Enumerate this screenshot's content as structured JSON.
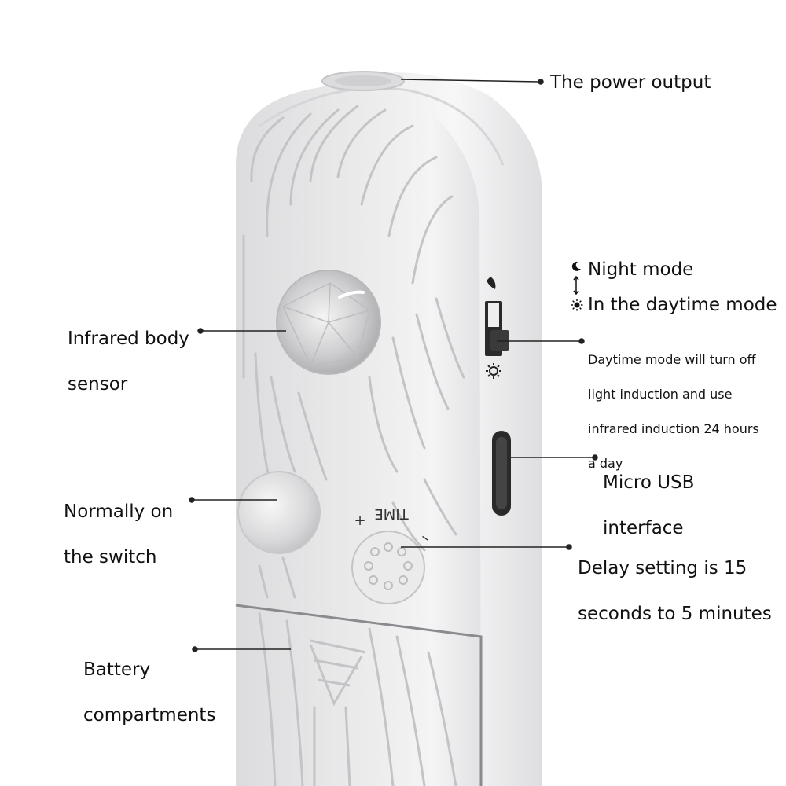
{
  "labels": {
    "power_output": "The power output",
    "night_mode": "Night mode",
    "daytime_mode": "In the daytime mode",
    "daytime_note": [
      "Daytime mode will turn off",
      "light induction and use",
      "infrared induction 24 hours",
      "a day"
    ],
    "infrared_sensor": [
      "Infrared body",
      "sensor"
    ],
    "micro_usb": [
      "Micro USB",
      "interface"
    ],
    "normally_on": [
      "Normally on",
      "the switch"
    ],
    "delay_setting": [
      "Delay setting is 15",
      "seconds to 5 minutes"
    ],
    "battery": [
      "Battery",
      "compartments"
    ]
  },
  "device": {
    "time_label": "TIME",
    "plus": "+",
    "minus": "–"
  },
  "colors": {
    "body": "#e9e9ea",
    "ridge": "#bfc0c2",
    "outline": "#cfd0d2",
    "leader": "#222222"
  }
}
